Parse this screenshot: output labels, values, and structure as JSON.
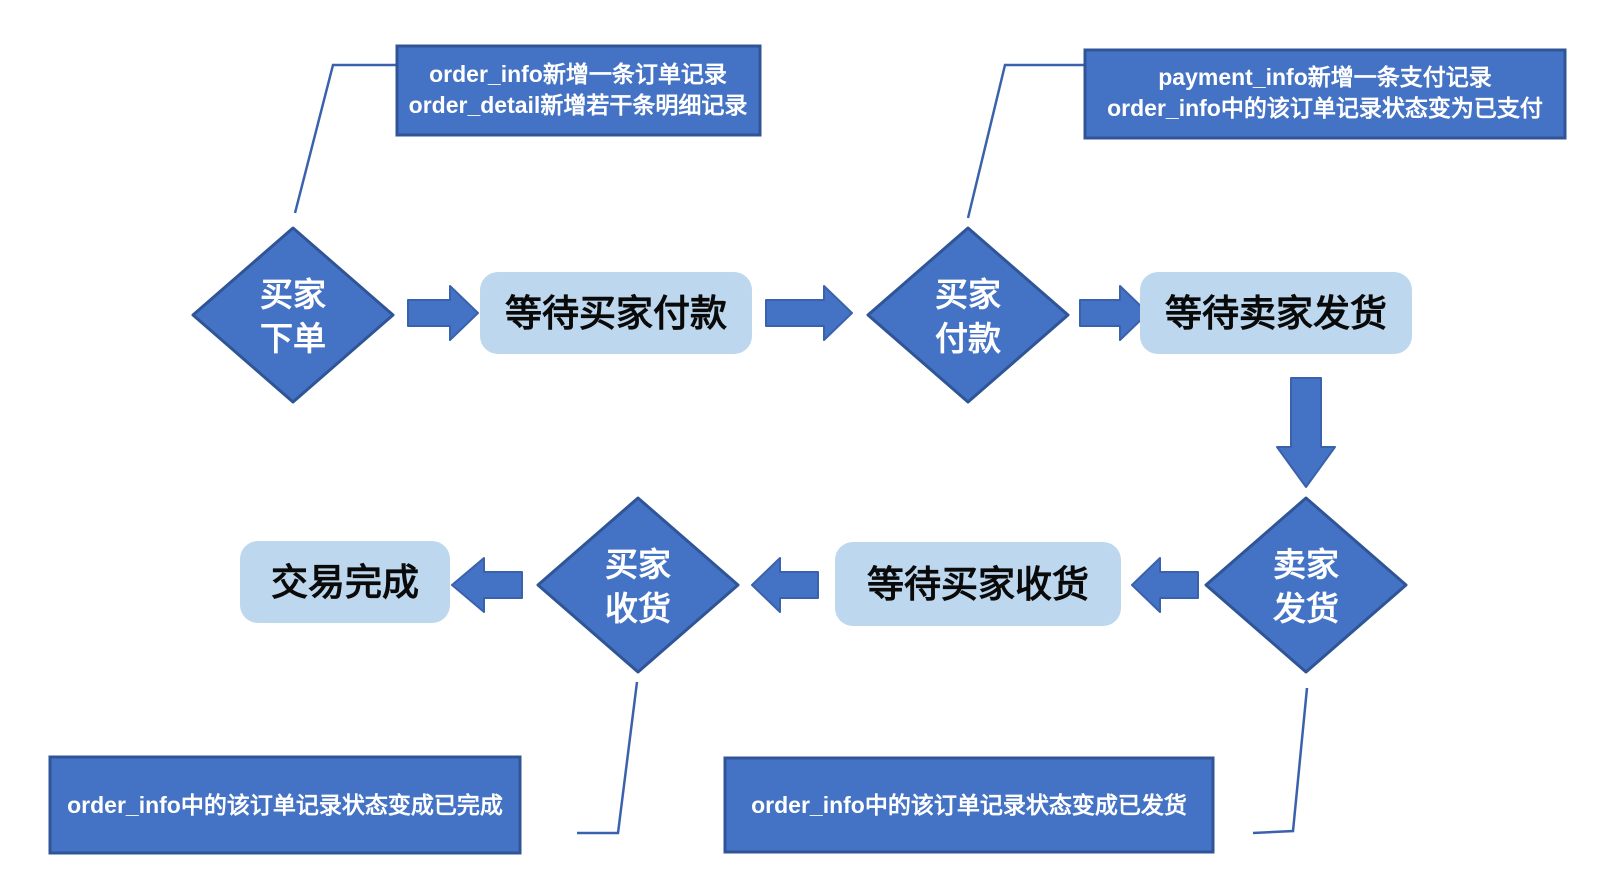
{
  "nodes": {
    "buyer_order": {
      "line1": "买家",
      "line2": "下单"
    },
    "buyer_pay": {
      "line1": "买家",
      "line2": "付款"
    },
    "seller_ship": {
      "line1": "卖家",
      "line2": "发货"
    },
    "buyer_receive": {
      "line1": "买家",
      "line2": "收货"
    }
  },
  "states": {
    "wait_buyer_pay": "等待买家付款",
    "wait_seller_ship": "等待卖家发货",
    "wait_buyer_receive": "等待买家收货",
    "deal_complete": "交易完成"
  },
  "annotations": {
    "order_created": {
      "line1": "order_info新增一条订单记录",
      "line2": "order_detail新增若干条明细记录"
    },
    "payment_created": {
      "line1": "payment_info新增一条支付记录",
      "line2": "order_info中的该订单记录状态变为已支付"
    },
    "order_completed": {
      "line1": "order_info中的该订单记录状态变成已完成"
    },
    "order_shipped": {
      "line1": "order_info中的该订单记录状态变成已发货"
    }
  },
  "colors": {
    "node_fill": "#4472C4",
    "node_border": "#2F5597",
    "state_fill": "#BDD7EE",
    "connector": "#3A62AC",
    "node_text": "#FFFFFF",
    "state_text": "#0A0A0A",
    "background": "#FFFFFF"
  }
}
